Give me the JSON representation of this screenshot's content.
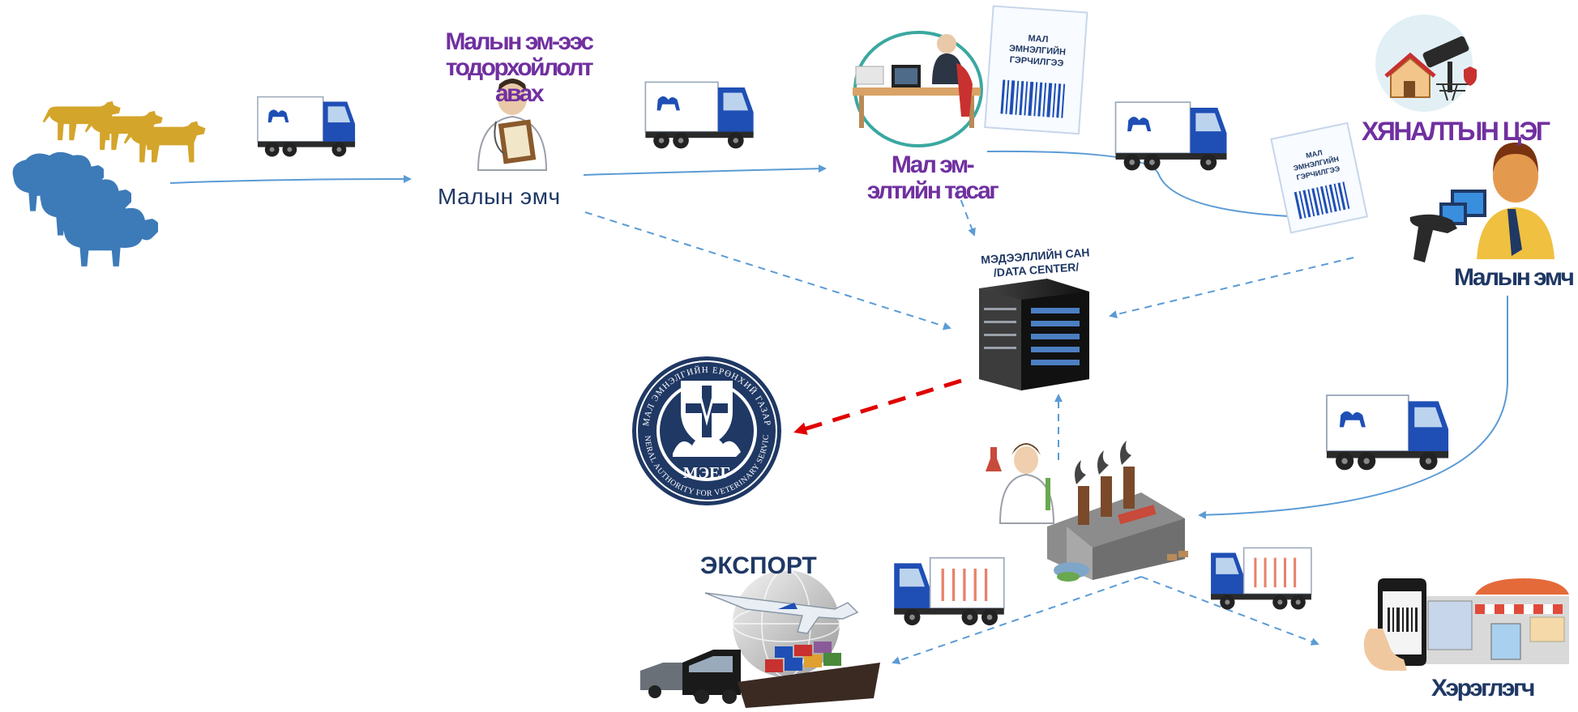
{
  "nodes": {
    "vet_cert_label": "Малын эм-ээс тодорхойлолт авах",
    "vet_label": "Малын эмч",
    "registration_label": "Мал эм-элтийн тасаг",
    "datacenter_label_1": "МЭДЭЭЛЛИЙН САН",
    "datacenter_label_2": "/DATA CENTER/",
    "control_label": "ХЯНАЛТЫН ЦЭГ",
    "inspector_label": "Малын эмч",
    "export_label": "ЭКСПОРТ",
    "consumer_label": "Хэрэглэгч"
  },
  "documents": {
    "card_text": [
      "МАЛ",
      "ЭМНЭЛГИЙН",
      "ГЭРЧИЛГЭЭ"
    ]
  },
  "logo": {
    "center_text": "МЭЕГ",
    "ring_text_top": "МАЛ ЭМНЭЛГИЙН ЕРӨНХИЙ ГАЗАР",
    "ring_text_bottom": "GENERAL AUTHORITY FOR VETERINARY SERVICES"
  },
  "colors": {
    "arrow": "#5b9bd5",
    "dashed_red": "#e00000",
    "purple_text": "#7030a0",
    "navy_text": "#1f3864",
    "cattle": "#d4a52b",
    "sheep": "#3d7ab8",
    "truck_blue": "#1f4fb5"
  }
}
